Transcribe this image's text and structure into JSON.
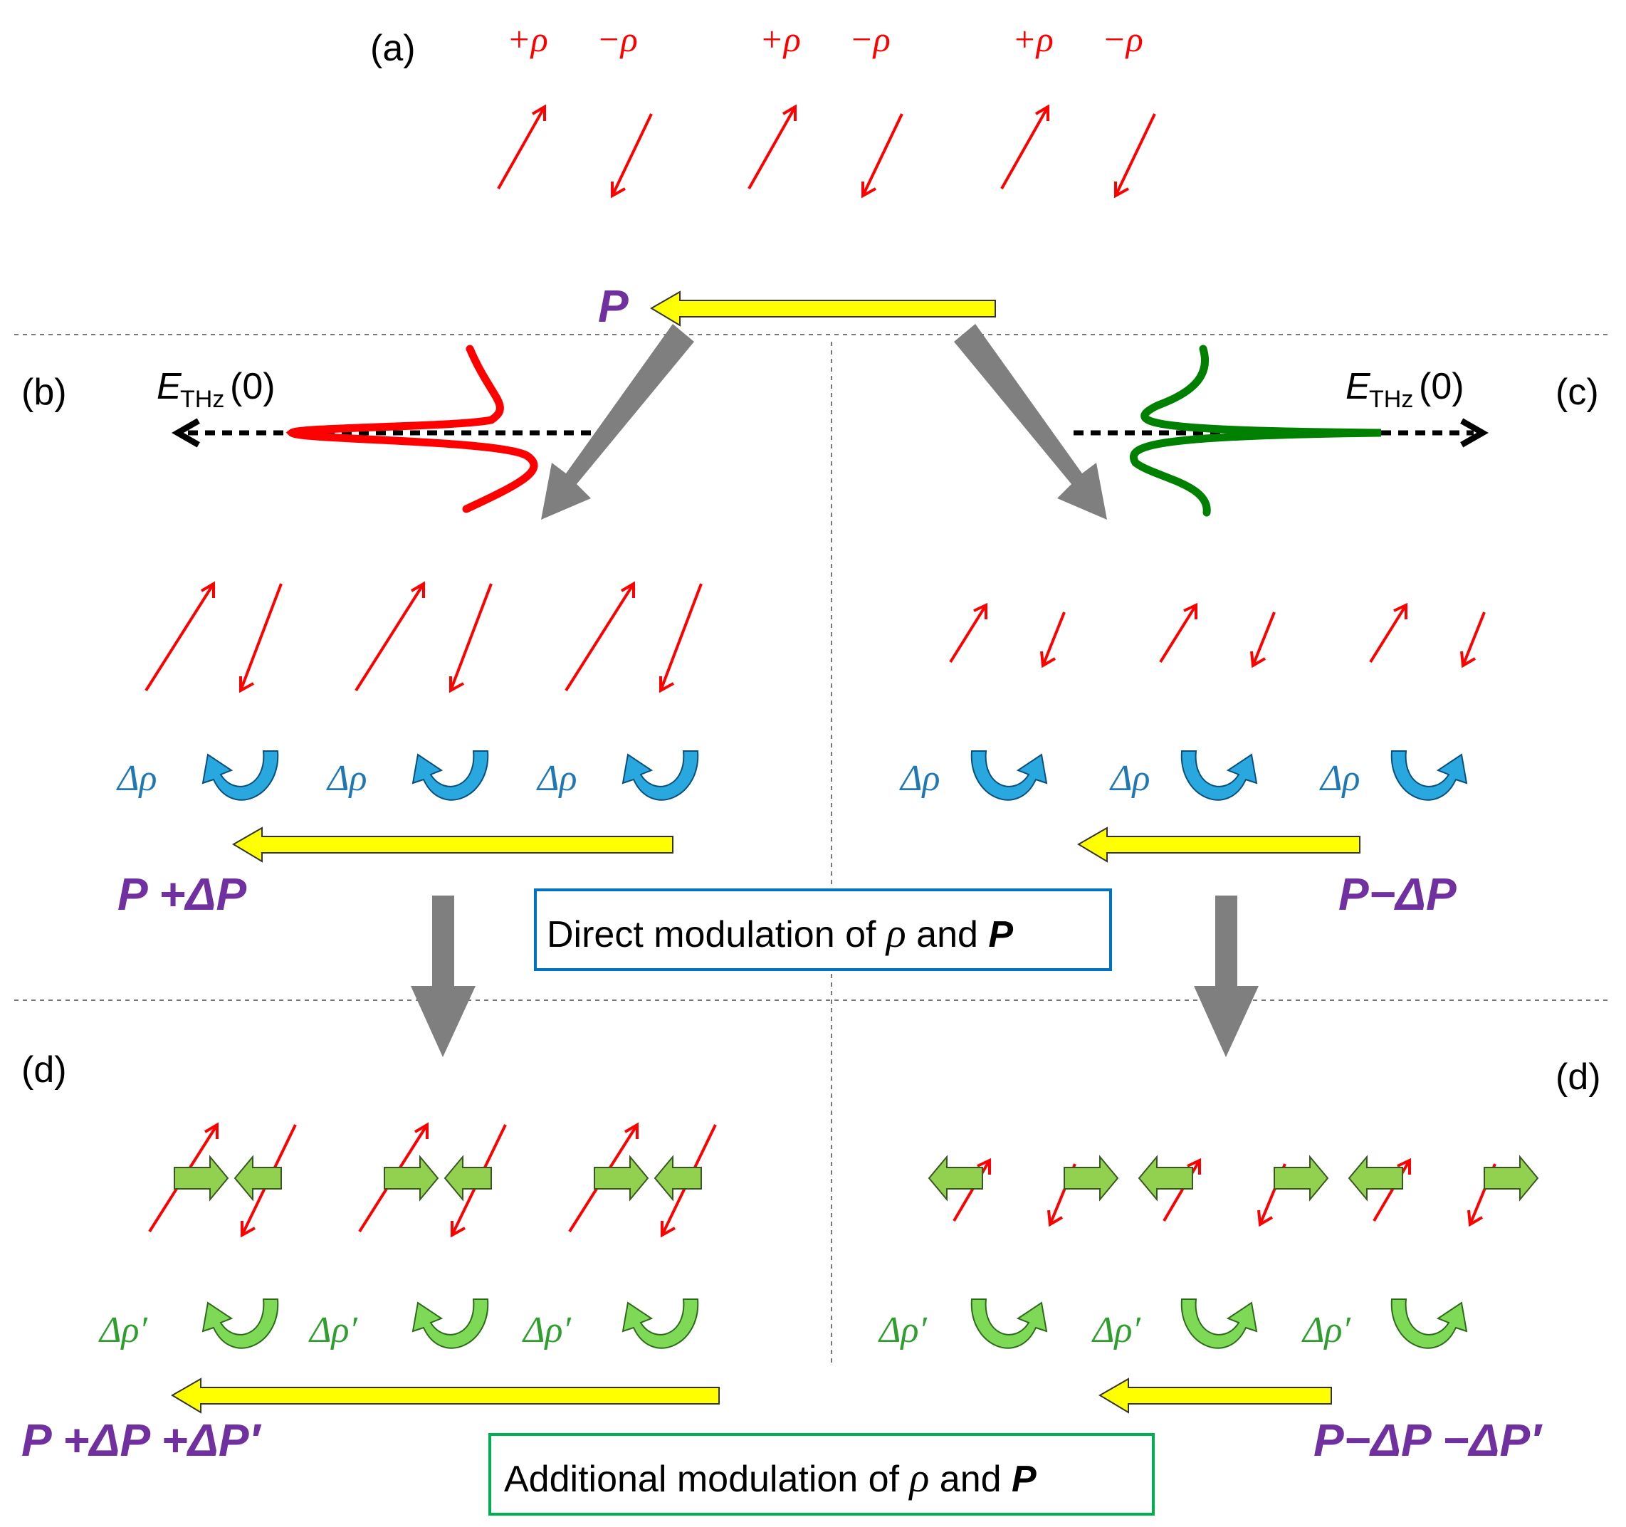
{
  "panel_labels": {
    "a": "(a)",
    "b": "(b)",
    "c": "(c)",
    "d_left": "(d)",
    "d_right": "(d)"
  },
  "charges": {
    "plus": "+ρ",
    "minus": "−ρ"
  },
  "field": {
    "symbol": "E",
    "subscript": "THz",
    "arg": "(0)"
  },
  "polarization": {
    "initial": "P",
    "increase": "P +ΔP",
    "decrease": "P−ΔP",
    "increase_total": "P +ΔP +ΔP′",
    "decrease_total": "P−ΔP −ΔP′"
  },
  "transfer": {
    "direct": "Δρ",
    "additional": "Δρ′"
  },
  "captions": {
    "direct": "Direct modulation of ",
    "additional": "Additional modulation of ",
    "rho": "ρ",
    "and": " and ",
    "P": "P"
  },
  "colors": {
    "charge": "#ff0000",
    "polarization_text": "#7030a0",
    "polarization_arrow": "#ffff00",
    "transfer_direct": "#1f78b4",
    "transfer_additional": "#2e9e2e",
    "thz_pulse_b": "#ff0000",
    "thz_pulse_c": "#008000",
    "process_arrow": "#7f7f7f",
    "caption_box_direct": "#0070c0",
    "caption_box_additional": "#00b050",
    "cell_border": "#a06cd5",
    "donor": "#39d3d9",
    "acceptor": "#e8d84a"
  }
}
